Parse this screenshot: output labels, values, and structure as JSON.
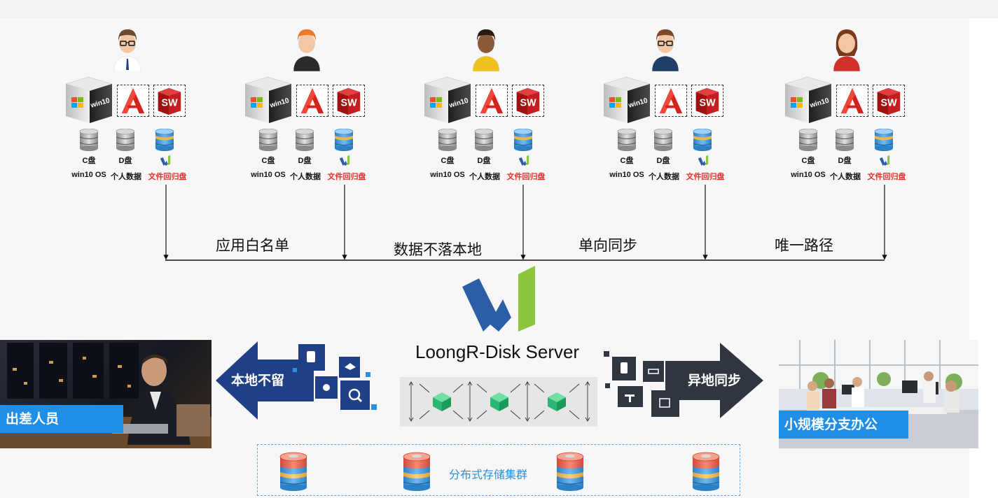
{
  "workstations": [
    {
      "id": "ws1",
      "avatar": "man-glasses-tie",
      "os_badge": "win10",
      "disk_c": "C盘",
      "disk_d": "D盘",
      "label_os": "win10 OS",
      "label_personal": "个人数据",
      "label_return": "文件回归盘"
    },
    {
      "id": "ws2",
      "avatar": "man-orange-hair",
      "os_badge": "win10",
      "disk_c": "C盘",
      "disk_d": "D盘",
      "label_os": "win10 OS",
      "label_personal": "个人数据",
      "label_return": "文件回归盘"
    },
    {
      "id": "ws3",
      "avatar": "man-dark-skin",
      "os_badge": "win10",
      "disk_c": "C盘",
      "disk_d": "D盘",
      "label_os": "win10 OS",
      "label_personal": "个人数据",
      "label_return": "文件回归盘"
    },
    {
      "id": "ws4",
      "avatar": "man-glasses-navy",
      "os_badge": "win10",
      "disk_c": "C盘",
      "disk_d": "D盘",
      "label_os": "win10 OS",
      "label_personal": "个人数据",
      "label_return": "文件回归盘"
    },
    {
      "id": "ws5",
      "avatar": "woman-red",
      "os_badge": "win10",
      "disk_c": "C盘",
      "disk_d": "D盘",
      "label_os": "win10 OS",
      "label_personal": "个人数据",
      "label_return": "文件回归盘"
    }
  ],
  "app_icons": {
    "autocad": "A",
    "solidworks": "SW"
  },
  "policies": [
    "应用白名单",
    "数据不落本地",
    "单向同步",
    "唯一路径"
  ],
  "server": {
    "name": "LoongR-Disk Server"
  },
  "left_arrow": {
    "label": "本地不留"
  },
  "right_arrow": {
    "label": "异地同步"
  },
  "photo_left": {
    "label": "出差人员"
  },
  "photo_right": {
    "label": "小规模分支办公"
  },
  "cluster": {
    "label": "分布式存储集群"
  },
  "colors": {
    "navy_arrow": "#1f3f86",
    "dark_arrow": "#2f3640",
    "red_text": "#e0322b",
    "label_blue": "#1f8ee6",
    "cluster_text": "#2b8fdc",
    "logo_blue": "#2a5fa8",
    "logo_green": "#8cc63f"
  }
}
